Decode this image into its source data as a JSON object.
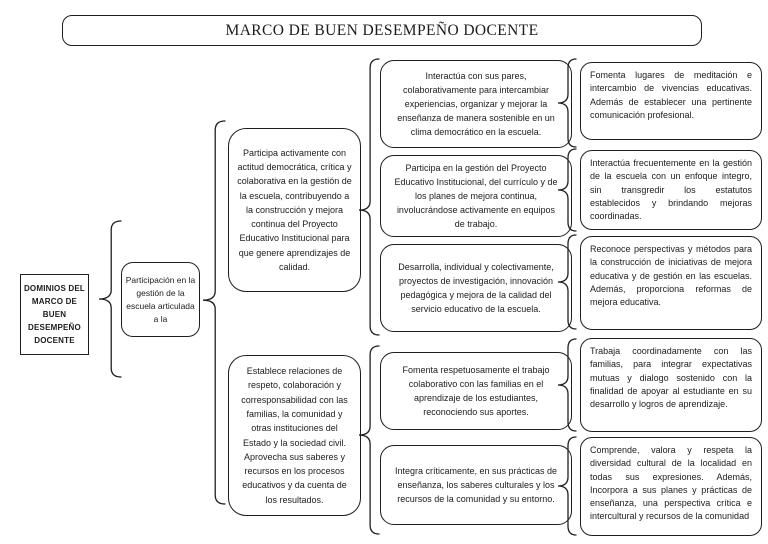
{
  "colors": {
    "line": "#1f1f1f",
    "background": "#ffffff",
    "text": "#1c1c1c"
  },
  "title": "MARCO DE BUEN DESEMPEÑO DOCENTE",
  "root_box": "DOMINIOS DEL MARCO DE BUEN DESEMPEÑO DOCENTE",
  "domain_box": "Participación en la gestión de la escuela articulada a la",
  "competencies": [
    "Participa activamente con actitud democrática, crítica y colaborativa en la gestión de la escuela, contribuyendo a la construcción y mejora continua del Proyecto Educativo Institucional para que genere aprendizajes de calidad.",
    "Establece relaciones de respeto, colaboración y corresponsabilidad con las familias, la comunidad y otras instituciones del Estado y la sociedad civil. Aprovecha sus saberes y recursos en los procesos educativos y da cuenta de los resultados."
  ],
  "performances": [
    "Interactúa con sus pares, colaborativamente para intercambiar experiencias, organizar y mejorar la enseñanza de manera sostenible en un clima democrático en la escuela.",
    "Participa en la gestión del Proyecto Educativo Institucional, del currículo y de los planes de mejora continua, involucrándose activamente en equipos de trabajo.",
    "Desarrolla, individual y colectivamente, proyectos de investigación, innovación pedagógica y mejora de la calidad del servicio educativo de la escuela.",
    "Fomenta respetuosamente el trabajo colaborativo con las familias en el aprendizaje de los estudiantes, reconociendo sus aportes.",
    "Integra críticamente, en sus prácticas de enseñanza, los saberes culturales y los recursos de la comunidad y su entorno."
  ],
  "details": [
    "Fomenta lugares de meditación e intercambio de vivencias educativas. Además de establecer una pertinente comunicación profesional.",
    "Interactúa frecuentemente en la gestión de la escuela con un enfoque integro, sin transgredir los estatutos establecidos y brindando mejoras coordinadas.",
    "Reconoce perspectivas y métodos para la construcción de iniciativas de mejora educativa y de gestión en las escuelas. Además, proporciona reformas de mejora educativa.",
    "Trabaja coordinadamente con las familias, para integrar expectativas mutuas y dialogo sostenido con la finalidad de apoyar al estudiante en su desarrollo y logros de aprendizaje.",
    "Comprende, valora y respeta la diversidad cultural de la localidad en todas sus expresiones. Además, Incorpora a sus planes y prácticas de enseñanza, una perspectiva crítica e intercultural y recursos de la comunidad"
  ]
}
